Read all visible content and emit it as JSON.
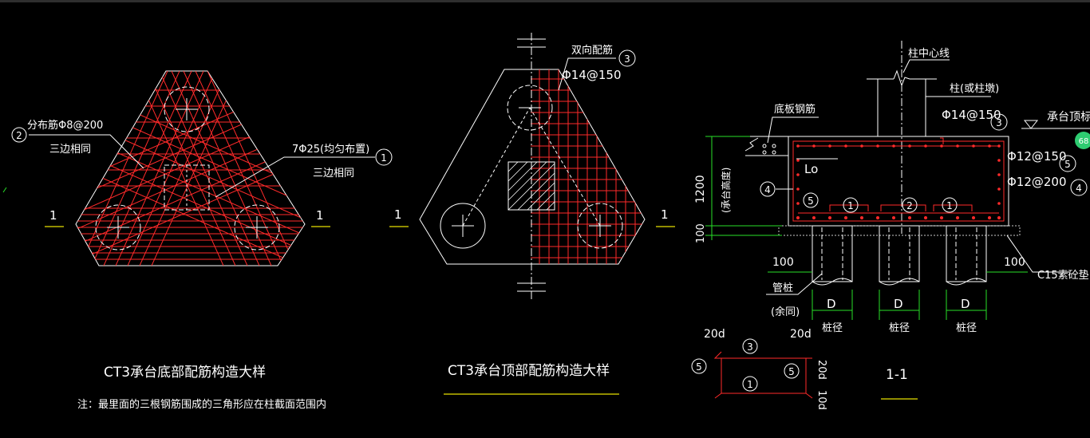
{
  "drawing": {
    "left_panel": {
      "title": "CT3承台底部配筋构造大样",
      "note": "注：最里面的三根钢筋围成的三角形应在柱截面范围内",
      "label_distribution": "分布筋Φ8@200",
      "label_distribution_same": "三边相同",
      "label_main": "7Φ25(均匀布置)",
      "label_main_same": "三边相同",
      "marker_2": "2",
      "marker_1": "1",
      "section_left": "1",
      "section_right": "1"
    },
    "middle_panel": {
      "title": "CT3承台顶部配筋构造大样",
      "label_bidirectional": "双向配筋",
      "label_spacing": "Φ14@150",
      "marker_3": "3",
      "section_left": "1",
      "section_right": "1"
    },
    "right_panel": {
      "label_column_center": "柱中心线",
      "label_column": "柱(或柱墩)",
      "label_bottom_plate": "底板钢筋",
      "label_phi14": "Φ14@150",
      "label_cap_top": "承台顶标",
      "label_phi12_a": "Φ12@150",
      "label_phi12_b": "Φ12@200",
      "label_lo": "Lo",
      "dim_1200": "1200",
      "dim_cap_height": "(承台高度)",
      "dim_100_bottom": "100",
      "dim_100_left": "100",
      "dim_100_right": "100",
      "label_pipe_pile": "管桩",
      "label_same": "(余同)",
      "label_c15": "C15素砼垫",
      "pile_d": "D",
      "pile_diameter": "桩径",
      "section_label": "1-1",
      "marker_1": "1",
      "marker_2": "2",
      "marker_3": "3",
      "marker_4": "4",
      "marker_5": "5",
      "badge": "68",
      "detail_20d_left": "20d",
      "detail_20d_right": "20d",
      "detail_20d_vertical": "20d",
      "detail_10d": "10d"
    }
  },
  "colors": {
    "background": "#000000",
    "lines": "#ffffff",
    "rebar": "#ff2a2a",
    "dimension": "#28e028",
    "underline": "#e6e000",
    "badge": "#2ecc71"
  }
}
